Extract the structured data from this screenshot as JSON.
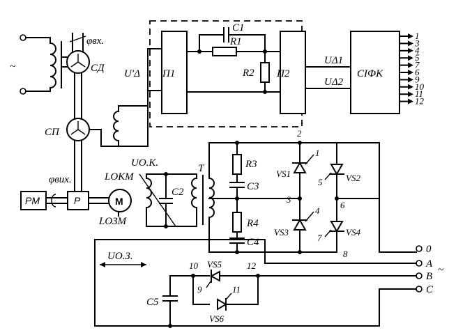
{
  "labels": {
    "ac_input": "~",
    "phi_in": "φвх.",
    "sd": "СД",
    "sp": "СП",
    "u_delta": "U′Δ",
    "p1": "П1",
    "c1": "C1",
    "r1": "R1",
    "r2": "R2",
    "p2": "П2",
    "u_delta1": "UΔ1",
    "u_delta2": "UΔ2",
    "sifk": "СІФК",
    "phi_out": "φвих.",
    "pm": "PM",
    "p": "P",
    "m": "M",
    "u_ok": "UО.К.",
    "l_okm": "LОКМ",
    "l_ozm": "LОЗМ",
    "c2": "C2",
    "t": "T",
    "r3": "R3",
    "c3": "C3",
    "r4": "R4",
    "c4": "C4",
    "vs1": "VS1",
    "vs2": "VS2",
    "vs3": "VS3",
    "vs4": "VS4",
    "u_oz": "UО.З.",
    "vs5": "VS5",
    "vs6": "VS6",
    "c5": "C5",
    "phase_0": "0",
    "phase_a": "A",
    "phase_b": "B",
    "phase_c": "C",
    "ac_output": "~"
  },
  "outputs": [
    "1",
    "3",
    "4",
    "5",
    "7",
    "6",
    "9",
    "10",
    "11",
    "12"
  ],
  "nodes": {
    "n1": "1",
    "n2": "2",
    "n3": "3",
    "n4": "4",
    "n5": "5",
    "n6": "6",
    "n7": "7",
    "n8": "8",
    "n9": "9",
    "n10": "10",
    "n11": "11",
    "n12": "12"
  }
}
